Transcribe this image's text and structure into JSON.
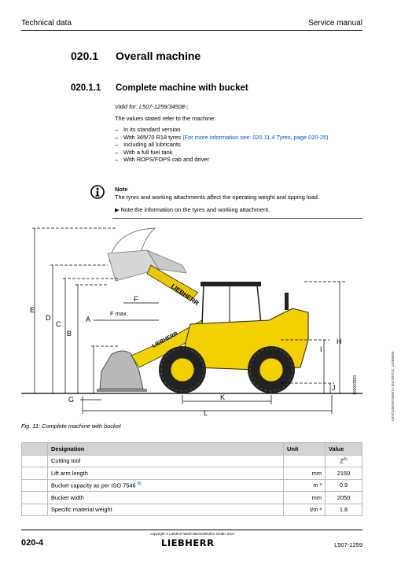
{
  "header": {
    "left": "Technical data",
    "right": "Service manual"
  },
  "section": {
    "number": "020.1",
    "title": "Overall machine"
  },
  "subsection": {
    "number": "020.1.1",
    "title": "Complete machine with bucket"
  },
  "valid_for": "Valid for: L507-1259/34508-;",
  "intro": "The values stated refer to the machine:",
  "list": {
    "item1": "In its standard version",
    "item2_pre": "With 365/70 R18 tyres",
    "item2_link": "(For more information see: 020.11.4 Tyres, page 020-25)",
    "item3": "Including all lubricants",
    "item4": "With a full fuel tank",
    "item5": "With ROPS/FOPS cab and driver"
  },
  "note": {
    "title": "Note",
    "text": "The tyres and working attachments affect the operating weight and tipping load.",
    "action": "Note the information on the tyres and working attachment."
  },
  "figure": {
    "caption": "Fig. 11: Complete machine with bucket",
    "image_id": "100003553",
    "dims": {
      "E": "E",
      "D": "D",
      "C": "C",
      "A": "A",
      "B": "B",
      "F": "F",
      "Fmax": "F max.",
      "G": "G",
      "K": "K",
      "L": "L",
      "H": "H",
      "I": "I",
      "J": "J"
    },
    "brand_arm": "LIEBHERR",
    "brand_body": "LIEBHERR"
  },
  "side_code": "LBH/11807879/06/71-2017/07/12_11/485/en",
  "table": {
    "headers": [
      "Designation",
      "Unit",
      "Value"
    ],
    "rows": [
      {
        "designation": "Cutting tool",
        "sup": "",
        "unit": "",
        "value": "Z",
        "value_sup": "A)"
      },
      {
        "designation": "Lift arm length",
        "sup": "",
        "unit": "mm",
        "value": "2150",
        "value_sup": ""
      },
      {
        "designation": "Bucket capacity as per ISO 7546",
        "sup": "B)",
        "unit": "m ³",
        "value": "0.9",
        "value_sup": ""
      },
      {
        "designation": "Bucket width",
        "sup": "",
        "unit": "mm",
        "value": "2050",
        "value_sup": ""
      },
      {
        "designation": "Specific material weight",
        "sup": "",
        "unit": "t/m ³",
        "value": "1.8",
        "value_sup": ""
      }
    ]
  },
  "footer": {
    "page": "020-4",
    "copyright": "copyright © Liebherr-Werk Bischofshofen GmbH 2017",
    "brand": "LIEBHERR",
    "model": "L507-1259"
  }
}
